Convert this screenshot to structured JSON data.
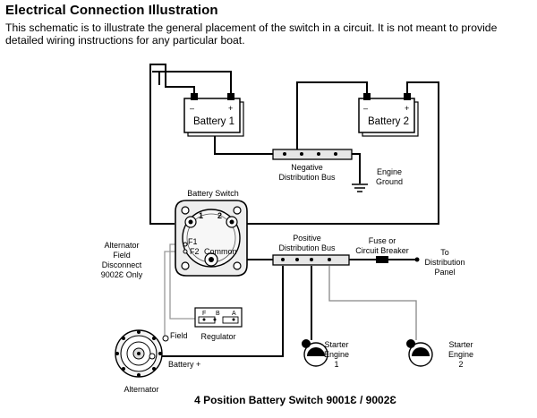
{
  "header": {
    "title": "Electrical Connection Illustration",
    "description": "This schematic is to illustrate the general placement of the switch in a circuit. It is not meant to provide detailed wiring instructions for any particular boat."
  },
  "battery1": {
    "label": "Battery 1",
    "minus": "–",
    "plus": "+"
  },
  "battery2": {
    "label": "Battery 2",
    "minus": "–",
    "plus": "+"
  },
  "negative_bus": {
    "line1": "Negative",
    "line2": "Distribution Bus"
  },
  "engine_ground": {
    "line1": "Engine",
    "line2": "Ground"
  },
  "battery_switch": {
    "title": "Battery Switch",
    "pos1": "1",
    "pos2": "2",
    "f1": "F1",
    "f2": "F2",
    "common": "Common"
  },
  "alternator_note": {
    "line1": "Alternator",
    "line2": "Field",
    "line3": "Disconnect",
    "line4": "9002Ɛ Only"
  },
  "positive_bus": {
    "line1": "Positive",
    "line2": "Distribution Bus"
  },
  "fuse": {
    "line1": "Fuse or",
    "line2": "Circuit Breaker"
  },
  "distribution_panel": {
    "line1": "To",
    "line2": "Distribution",
    "line3": "Panel"
  },
  "regulator": {
    "label": "Regulator",
    "term_f": "F",
    "term_b": "B",
    "term_a": "A"
  },
  "alternator": {
    "label": "Alternator",
    "field": "Field",
    "battery_plus": "Battery +"
  },
  "starter1": {
    "line1": "Starter",
    "line2": "Engine",
    "line3": "1"
  },
  "starter2": {
    "line1": "Starter",
    "line2": "Engine",
    "line3": "2"
  },
  "caption": "4 Position Battery Switch 9001Ɛ / 9002Ɛ"
}
